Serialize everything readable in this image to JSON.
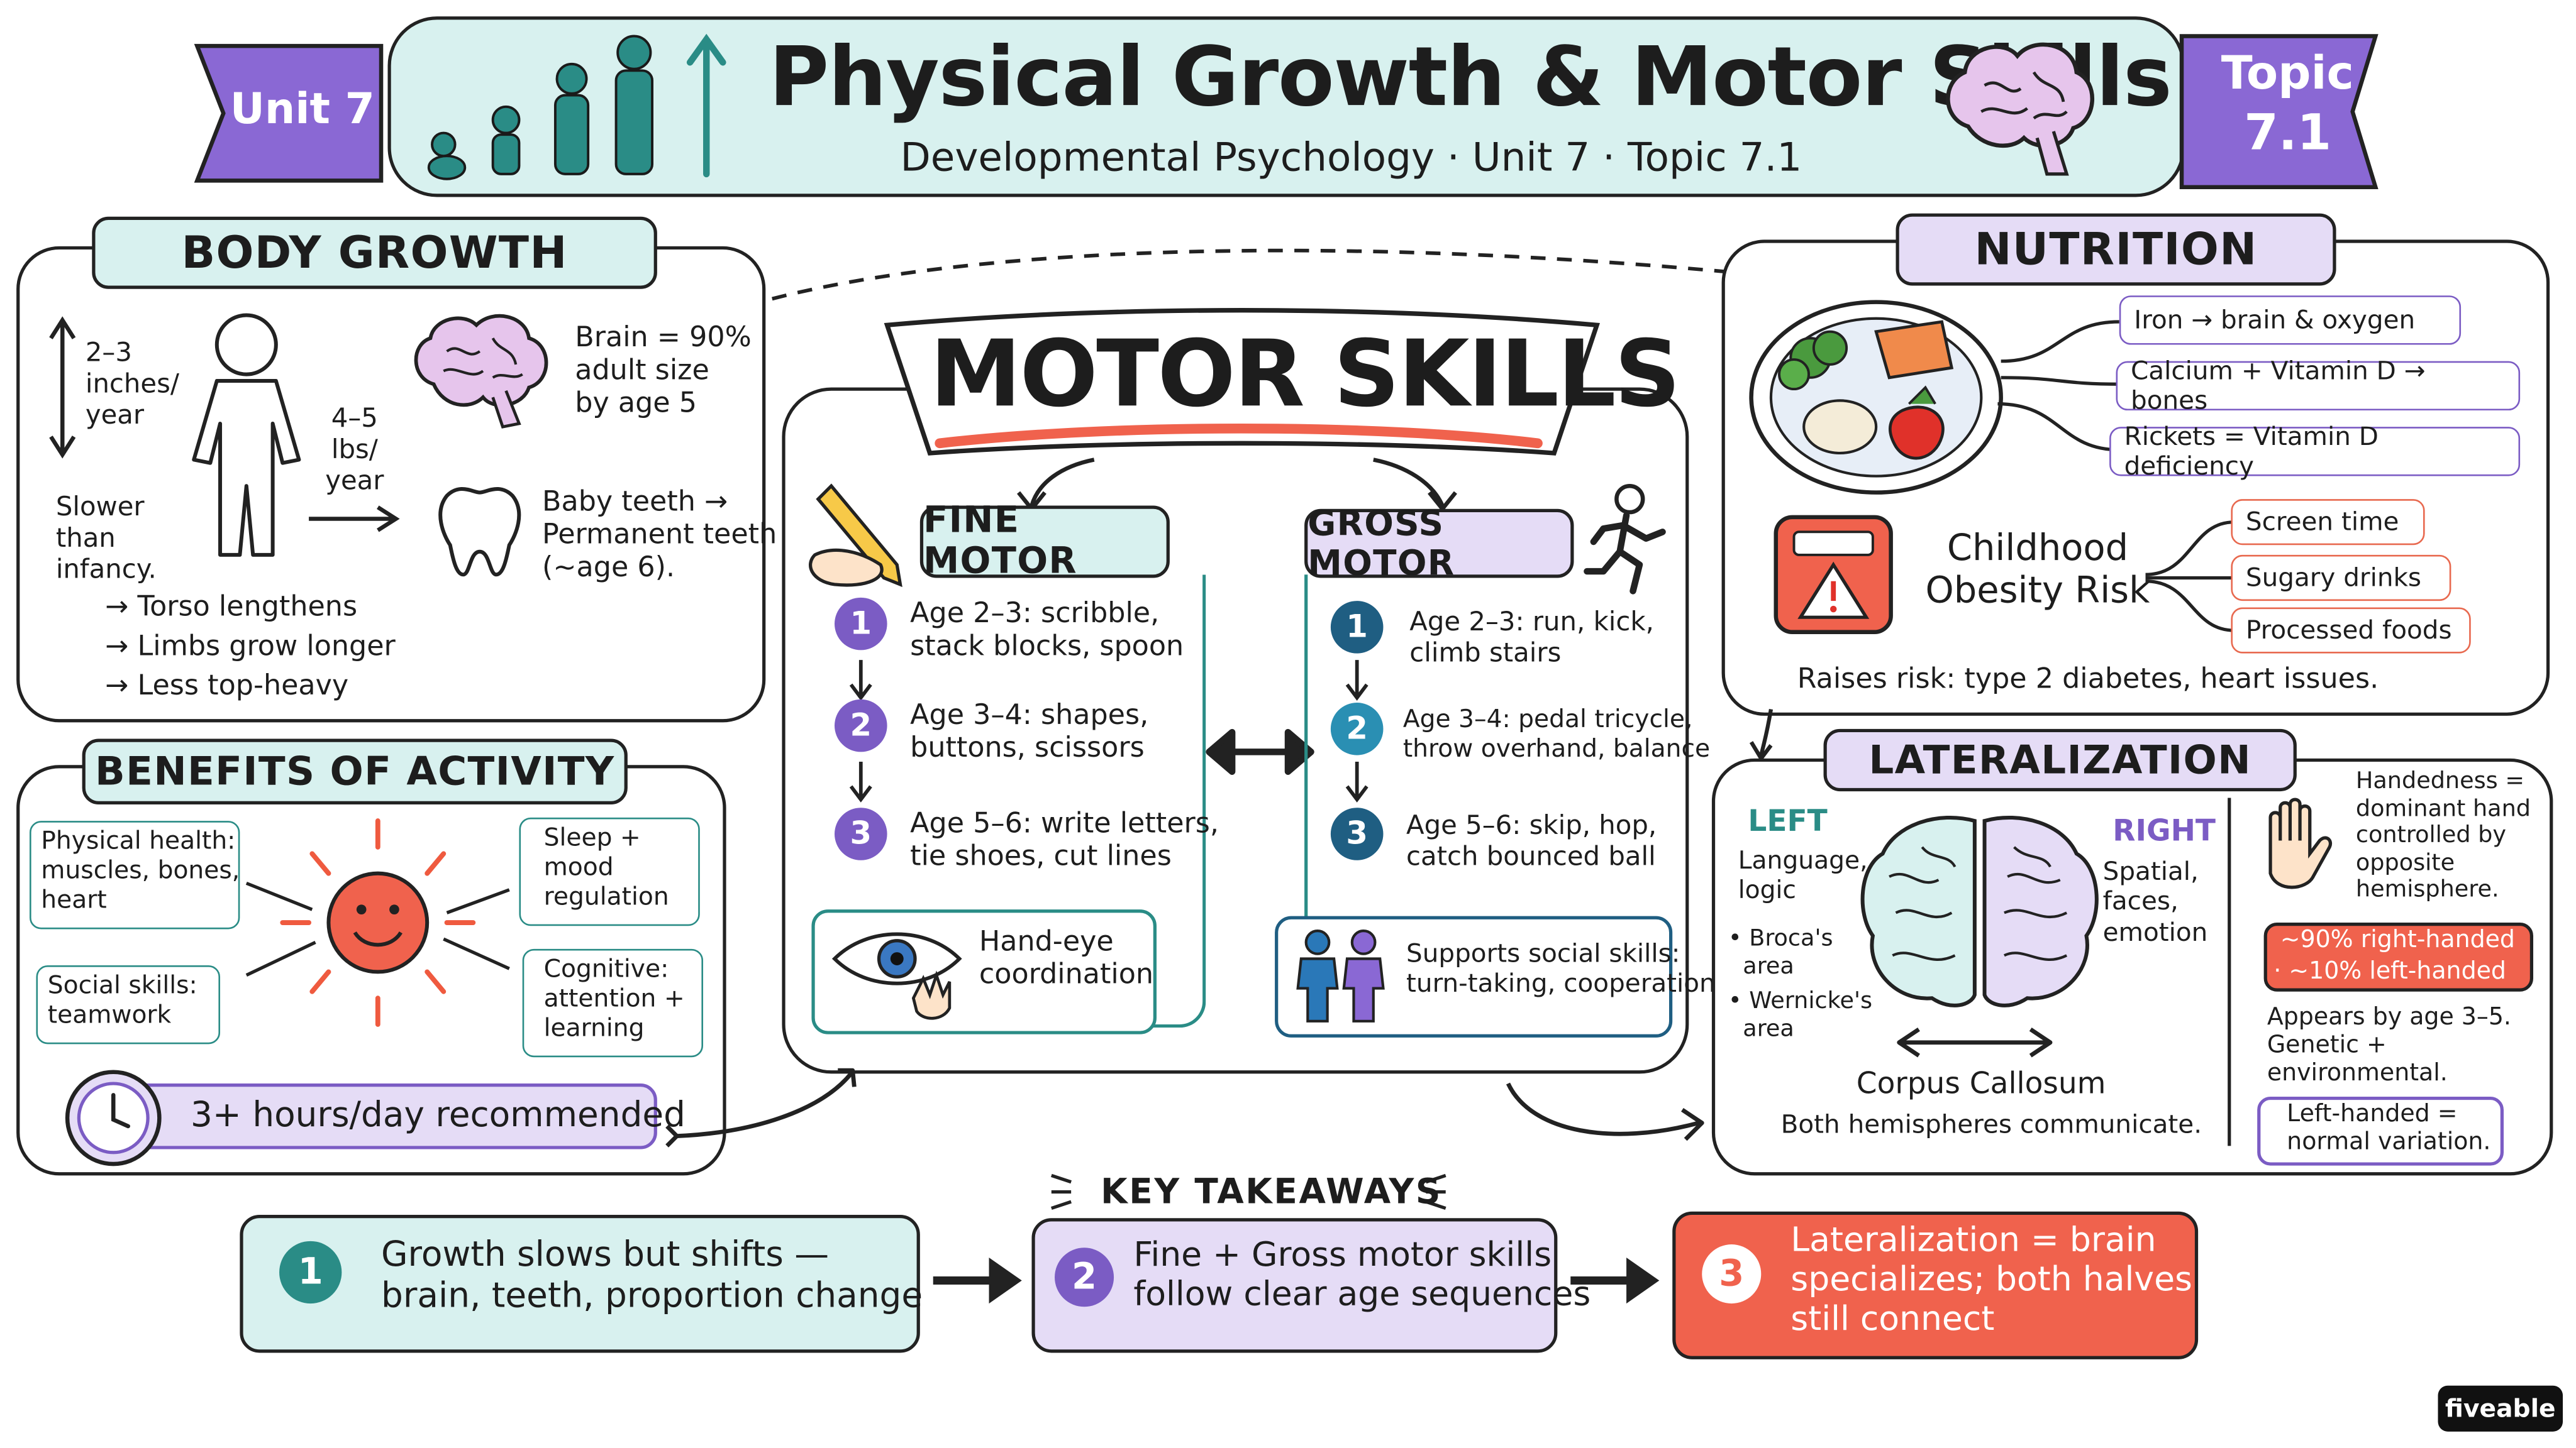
{
  "header": {
    "unit_badge": "Unit 7",
    "title": "Physical Growth & Motor Skills",
    "subtitle": "Developmental Psychology · Unit 7 · Topic 7.1",
    "topic_badge_line1": "Topic",
    "topic_badge_line2": "7.1"
  },
  "body_growth": {
    "title": "BODY GROWTH",
    "height_rate": "2–3\ninches/\nyear",
    "weight_rate": "4–5\nlbs/\nyear",
    "slower": "Slower\nthan\ninfancy.",
    "brain": "Brain = 90%\nadult size\nby age 5",
    "teeth": "Baby teeth →\nPermanent teeth\n(~age 6).",
    "changes": [
      "→ Torso lengthens",
      "→ Limbs grow longer",
      "→ Less top-heavy"
    ]
  },
  "benefits": {
    "title": "BENEFITS OF ACTIVITY",
    "physical": "Physical health:\nmuscles, bones,\nheart",
    "social": "Social skills:\nteamwork",
    "sleep": "Sleep +\nmood\nregulation",
    "cognitive": "Cognitive:\nattention +\nlearning",
    "recommendation": "3+ hours/day recommended"
  },
  "motor": {
    "title": "MOTOR SKILLS",
    "fine": {
      "title": "FINE MOTOR",
      "steps": [
        {
          "n": "1",
          "text": "Age 2–3: scribble,\nstack blocks, spoon"
        },
        {
          "n": "2",
          "text": "Age 3–4: shapes,\nbuttons, scissors"
        },
        {
          "n": "3",
          "text": "Age 5–6: write letters,\ntie shoes, cut lines"
        }
      ],
      "note": "Hand-eye\ncoordination"
    },
    "gross": {
      "title": "GROSS MOTOR",
      "steps": [
        {
          "n": "1",
          "text": "Age 2–3: run, kick,\nclimb stairs"
        },
        {
          "n": "2",
          "text": "Age 3–4: pedal tricycle,\nthrow overhand, balance"
        },
        {
          "n": "3",
          "text": "Age 5–6: skip, hop,\ncatch bounced ball"
        }
      ],
      "note": "Supports social skills:\nturn-taking, cooperation"
    }
  },
  "nutrition": {
    "title": "NUTRITION",
    "facts": [
      "Iron → brain & oxygen",
      "Calcium + Vitamin D → bones",
      "Rickets = Vitamin D deficiency"
    ],
    "obesity_label": "Childhood\nObesity Risk",
    "risks": [
      "Screen time",
      "Sugary drinks",
      "Processed foods"
    ],
    "raises_risk": "Raises risk: type 2 diabetes, heart issues."
  },
  "lateralization": {
    "title": "LATERALIZATION",
    "left_title": "LEFT",
    "left_text": "Language,\nlogic",
    "left_areas": [
      "• Broca's\n  area",
      "• Wernicke's\n  area"
    ],
    "right_title": "RIGHT",
    "right_text": "Spatial,\nfaces,\nemotion",
    "corpus": "Corpus Callosum",
    "corpus_note": "Both hemispheres communicate.",
    "handedness": "Handedness =\ndominant hand\ncontrolled by\nopposite\nhemisphere.",
    "stat1": "~90% right-handed",
    "stat2": "· ~10% left-handed",
    "appears": "Appears by age 3–5.\nGenetic +\nenvironmental.",
    "left_handed": "Left-handed =\nnormal variation."
  },
  "takeaways": {
    "title": "KEY TAKEAWAYS",
    "items": [
      {
        "n": "1",
        "text": "Growth slows but shifts —\nbrain, teeth, proportion change"
      },
      {
        "n": "2",
        "text": "Fine + Gross motor skills\nfollow clear age sequences"
      },
      {
        "n": "3",
        "text": "Lateralization = brain\nspecializes; both halves\nstill connect"
      }
    ]
  },
  "brand": "fiveable",
  "colors": {
    "teal": "#2a8c86",
    "purple": "#7b5cc4",
    "coral": "#f0624d",
    "teal_fill": "#d8f1ef",
    "lavender_fill": "#e5dcf6"
  }
}
